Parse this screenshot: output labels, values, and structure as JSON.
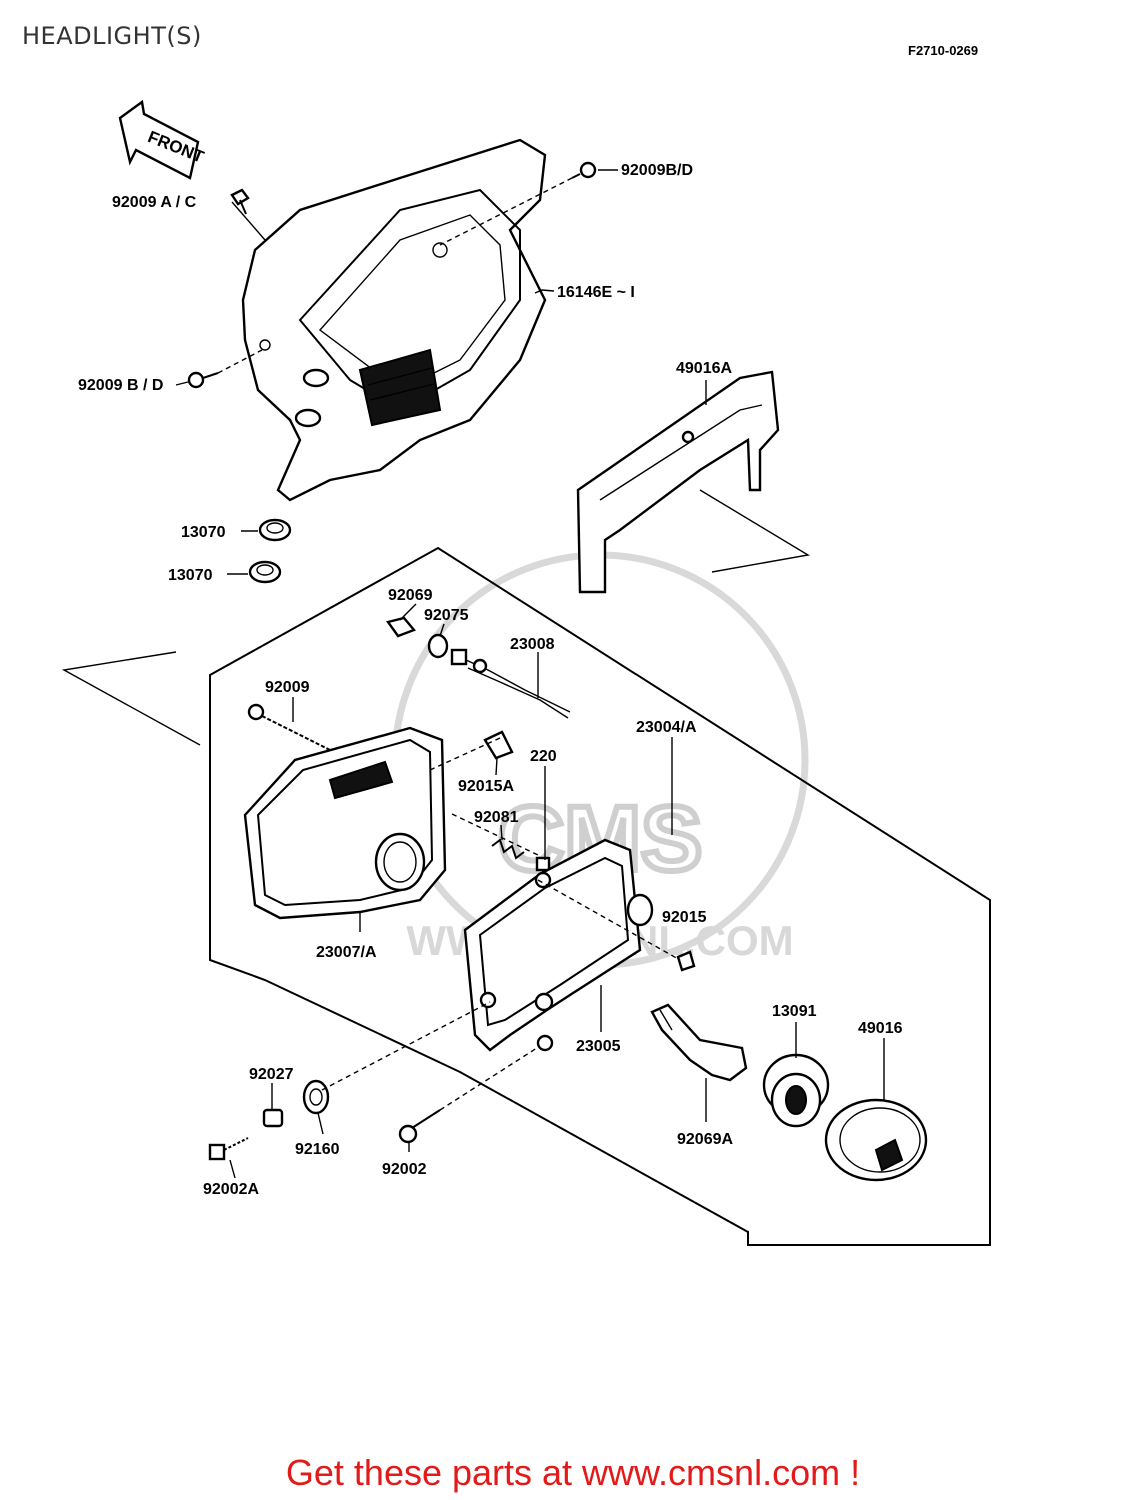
{
  "header": {
    "title": "HEADLIGHT(S)",
    "diagram_code": "F2710-0269"
  },
  "diagram": {
    "front_arrow_label": "FRONT",
    "part_labels": {
      "cowl_screw_ac": "92009 A / C",
      "cowl_screw_bd_top": "92009B/D",
      "cowl": "16146E ~ I",
      "cowl_screw_bd_left": "92009 B / D",
      "bracket": "49016A",
      "grommet_1": "13070",
      "grommet_2": "13070",
      "clamp": "92069",
      "grommet_92075": "92075",
      "wire_lead": "23008",
      "headlight_assy": "23004/A",
      "screw_92009": "92009",
      "clip": "92015A",
      "screw_220": "220",
      "spring": "92081",
      "nut": "92015",
      "lens_unit": "23007/A",
      "bulb": "13091",
      "socket_cover": "49016",
      "rim": "23005",
      "collar": "92027",
      "bulb_92069a": "92069A",
      "damper": "92160",
      "screw_92002": "92002",
      "bolt_92002a": "92002A"
    },
    "watermark": {
      "brand": "CMS",
      "url": "WWW.CMSNL.COM"
    }
  },
  "footer": {
    "cta": "Get these parts at www.cmsnl.com !"
  },
  "colors": {
    "title": "#333333",
    "cta": "#e21a1a",
    "line": "#000000",
    "watermark": "#cfcfcf"
  }
}
